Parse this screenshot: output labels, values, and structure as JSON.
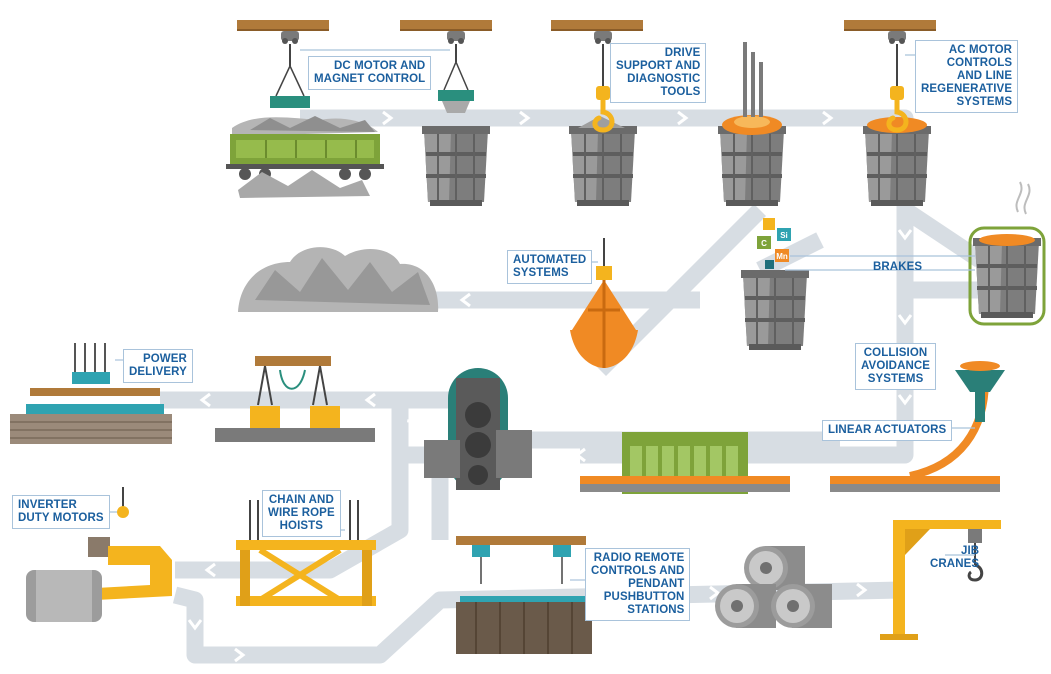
{
  "palette": {
    "track": "#d7dde3",
    "accent_orange": "#f08a24",
    "accent_yellow": "#f4b41e",
    "label_blue": "#1b5f9e",
    "rail_brown": "#b07a3a",
    "steel_gray": "#8a8a8a",
    "wagon_green": "#7ea33a",
    "teal": "#2fa3b1"
  },
  "labels": {
    "dc_motor": [
      "DC MOTOR AND",
      "MAGNET CONTROL"
    ],
    "drive_support": [
      "DRIVE",
      "SUPPORT AND",
      "DIAGNOSTIC",
      "TOOLS"
    ],
    "ac_motor": [
      "AC MOTOR",
      "CONTROLS",
      "AND LINE",
      "REGENERATIVE",
      "SYSTEMS"
    ],
    "automated": [
      "AUTOMATED",
      "SYSTEMS"
    ],
    "brakes": [
      "BRAKES"
    ],
    "power_delivery": [
      "POWER",
      "DELIVERY"
    ],
    "collision": [
      "COLLISION",
      "AVOIDANCE",
      "SYSTEMS"
    ],
    "linear_actuators": [
      "LINEAR ACTUATORS"
    ],
    "inverter": [
      "INVERTER",
      "DUTY MOTORS"
    ],
    "chain_hoists": [
      "CHAIN AND",
      "WIRE ROPE",
      "HOISTS"
    ],
    "radio_remote": [
      "RADIO REMOTE",
      "CONTROLS AND",
      "PENDANT",
      "PUSHBUTTON",
      "STATIONS"
    ],
    "jib_cranes": [
      "JIB",
      "CRANES"
    ]
  },
  "alloy_tags": [
    "Si",
    "C",
    "Mn"
  ],
  "icons": [
    "overhead-crane-icon",
    "magnet-icon",
    "hook-icon",
    "ladle-icon",
    "rail-wagon-icon",
    "scrap-pile-icon",
    "grab-bucket-icon",
    "furnace-icon",
    "rolling-mill-icon",
    "continuous-caster-icon",
    "steel-coil-icon",
    "jib-crane-icon",
    "flow-arrow-icon"
  ]
}
